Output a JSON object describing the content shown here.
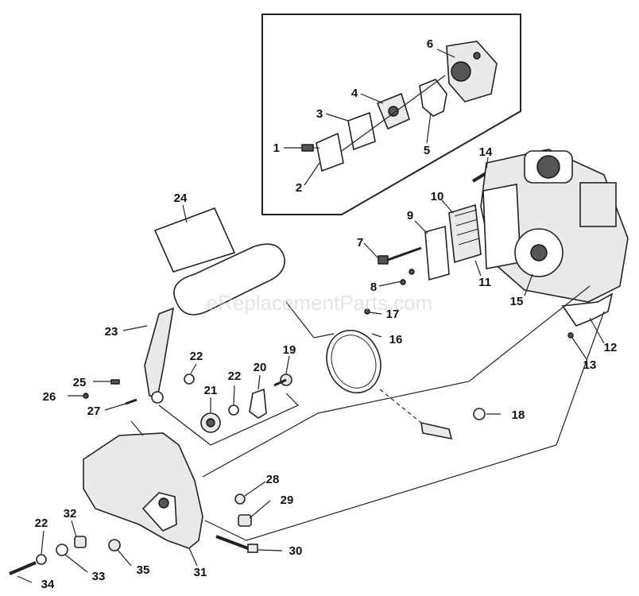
{
  "watermark": "eReplacementParts.com",
  "callouts": [
    "1",
    "2",
    "3",
    "4",
    "5",
    "6",
    "7",
    "8",
    "9",
    "10",
    "11",
    "12",
    "13",
    "14",
    "15",
    "16",
    "17",
    "18",
    "19",
    "20",
    "21",
    "22",
    "22",
    "22",
    "23",
    "24",
    "25",
    "26",
    "27",
    "28",
    "29",
    "30",
    "31",
    "32",
    "33",
    "34",
    "35"
  ],
  "colors": {
    "ink": "#111111",
    "part_fill": "#e9e9e9",
    "watermark": "#cfcfcf"
  }
}
